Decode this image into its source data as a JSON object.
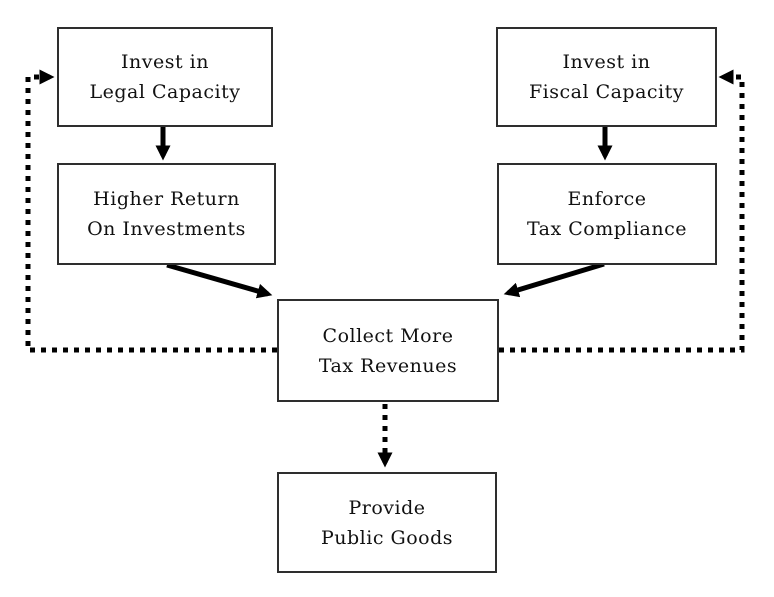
{
  "diagram": {
    "title": "Capacity investment and tax revenue feedback diagram",
    "background_color": "#ffffff",
    "line_color": "#000000",
    "box_border_color": "#2e2e2e",
    "boxes": [
      {
        "id": "invest-legal",
        "line1": "Invest in",
        "line2": "Legal Capacity"
      },
      {
        "id": "invest-fiscal",
        "line1": "Invest in",
        "line2": "Fiscal Capacity"
      },
      {
        "id": "higher-return",
        "line1": "Higher Return",
        "line2": "On Investments"
      },
      {
        "id": "enforce-compliance",
        "line1": "Enforce",
        "line2": "Tax Compliance"
      },
      {
        "id": "collect-revenues",
        "line1": "Collect More",
        "line2": "Tax Revenues"
      },
      {
        "id": "provide-goods",
        "line1": "Provide",
        "line2": "Public Goods"
      }
    ],
    "edges": [
      {
        "from": "invest-legal",
        "to": "higher-return",
        "style": "solid"
      },
      {
        "from": "invest-fiscal",
        "to": "enforce-compliance",
        "style": "solid"
      },
      {
        "from": "higher-return",
        "to": "collect-revenues",
        "style": "solid"
      },
      {
        "from": "enforce-compliance",
        "to": "collect-revenues",
        "style": "solid"
      },
      {
        "from": "collect-revenues",
        "to": "provide-goods",
        "style": "dotted"
      },
      {
        "from": "collect-revenues",
        "to": "invest-legal",
        "style": "dotted-feedback-left"
      },
      {
        "from": "collect-revenues",
        "to": "invest-fiscal",
        "style": "dotted-feedback-right"
      }
    ]
  }
}
